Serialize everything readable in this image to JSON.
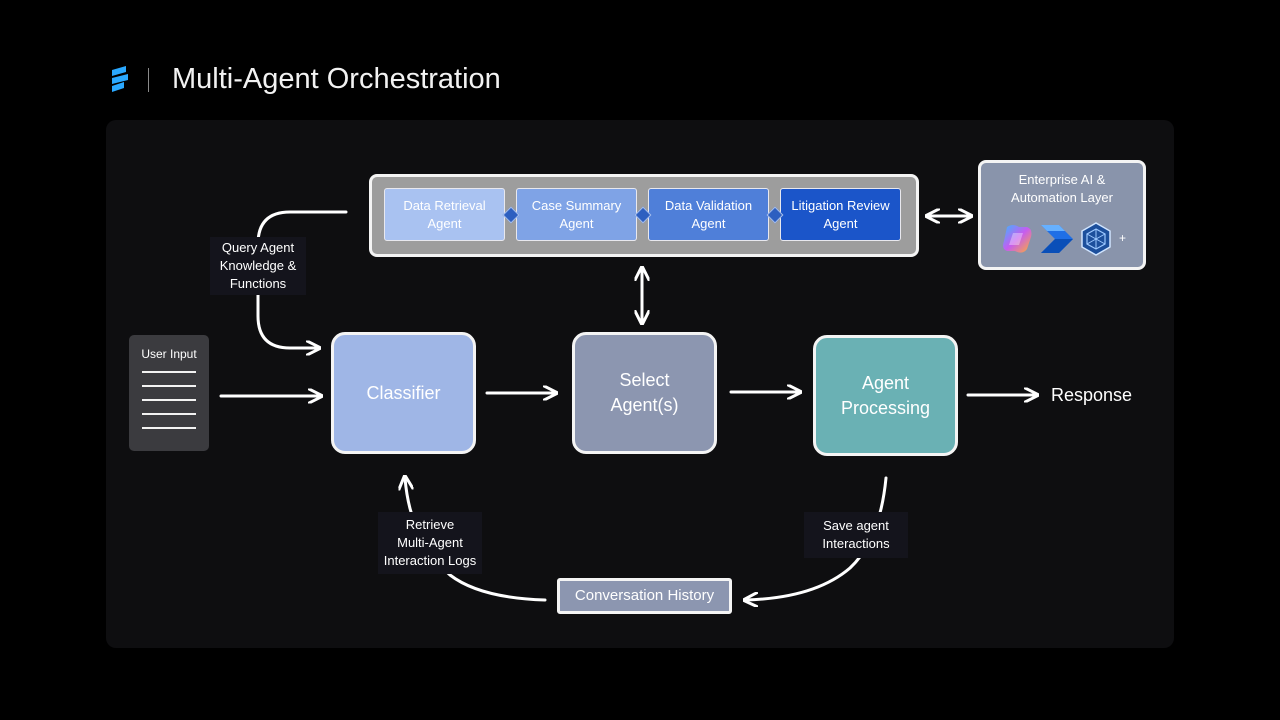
{
  "header": {
    "title": "Multi-Agent Orchestration",
    "logo_icon": "brand-logo-icon"
  },
  "diagram": {
    "user_input": {
      "label": "User Input"
    },
    "classifier": {
      "label": "Classifier"
    },
    "select_agents": {
      "line1": "Select",
      "line2": "Agent(s)"
    },
    "agent_processing": {
      "line1": "Agent",
      "line2": "Processing"
    },
    "response": {
      "label": "Response"
    },
    "agents": [
      {
        "line1": "Data Retrieval",
        "line2": "Agent"
      },
      {
        "line1": "Case Summary",
        "line2": "Agent"
      },
      {
        "line1": "Data Validation",
        "line2": "Agent"
      },
      {
        "line1": "Litigation Review",
        "line2": "Agent"
      }
    ],
    "enterprise": {
      "line1": "Enterprise AI &",
      "line2": "Automation Layer",
      "icons": [
        "copilot-icon",
        "power-automate-icon",
        "ai-hexagon-icon"
      ],
      "more": "+"
    },
    "query_tag": {
      "line1": "Query Agent",
      "line2": "Knowledge &",
      "line3": "Functions"
    },
    "retrieve_tag": {
      "line1": "Retrieve",
      "line2": "Multi-Agent",
      "line3": "Interaction Logs"
    },
    "save_tag": {
      "line1": "Save agent",
      "line2": "Interactions"
    },
    "conversation_history": {
      "label": "Conversation History"
    }
  },
  "colors": {
    "background": "#000000",
    "panel": "#0e0e10",
    "classifier": "#9fb6e6",
    "select": "#8c96b0",
    "processing": "#6ab1b4",
    "agent_dark": "#1b55c9",
    "logo": "#2aa8ff"
  }
}
